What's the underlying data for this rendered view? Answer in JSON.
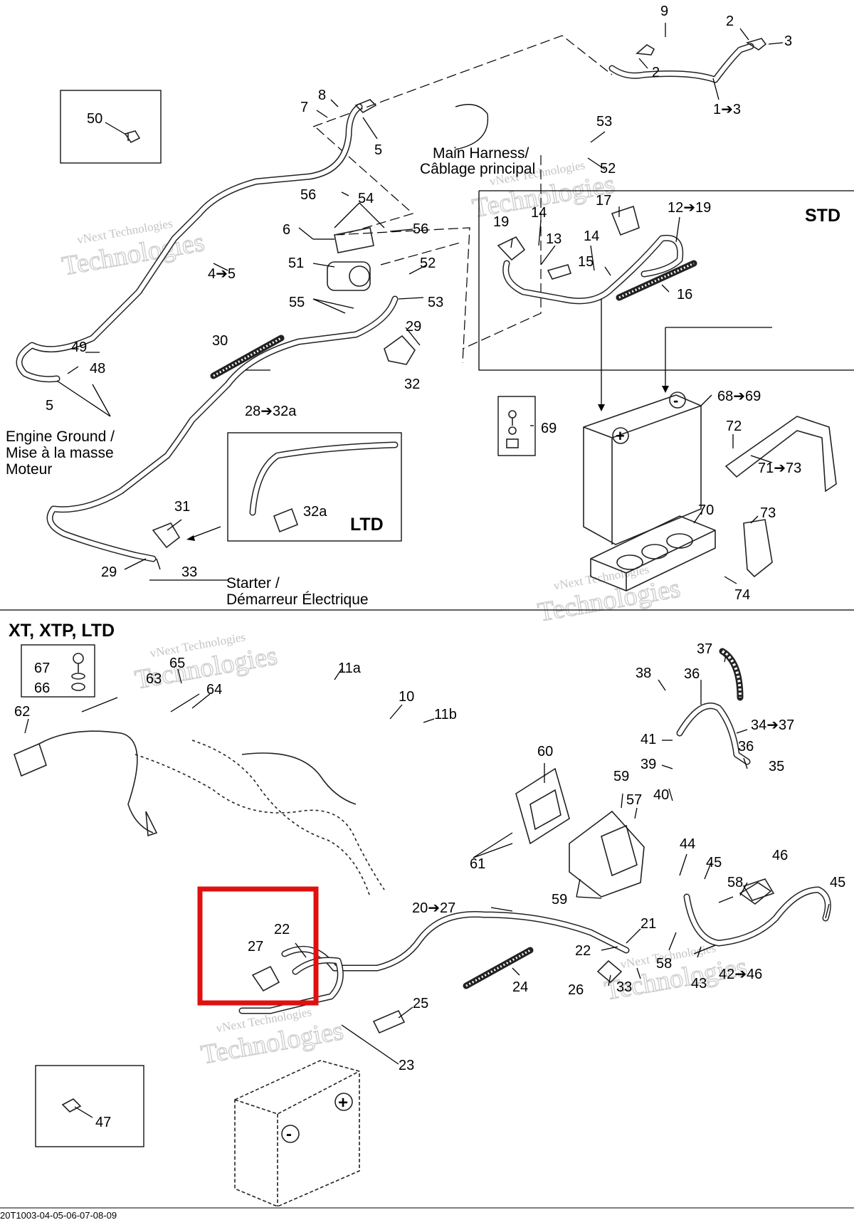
{
  "sections": {
    "std": "STD",
    "ltd": "LTD",
    "xt": "XT, XTP, LTD"
  },
  "annotations": {
    "main_harness": [
      "Main Harness/",
      "Câblage principal"
    ],
    "engine_ground": [
      "Engine Ground /",
      "Mise à la masse",
      "Moteur"
    ],
    "starter": [
      "Starter /",
      "Démarreur Électrique"
    ]
  },
  "watermark": {
    "line1": "vNext Technologies",
    "line2": "Technologies"
  },
  "footer_code": "20T1003-04-05-06-07-08-09",
  "highlight_color": "#e01010",
  "callouts": [
    {
      "id": "c9",
      "text": "9"
    },
    {
      "id": "c2a",
      "text": "2"
    },
    {
      "id": "c3",
      "text": "3"
    },
    {
      "id": "c2b",
      "text": "2"
    },
    {
      "id": "c1_3",
      "text": "1➔3"
    },
    {
      "id": "c50",
      "text": "50"
    },
    {
      "id": "c8",
      "text": "8"
    },
    {
      "id": "c7",
      "text": "7"
    },
    {
      "id": "c5a",
      "text": "5"
    },
    {
      "id": "c53a",
      "text": "53"
    },
    {
      "id": "c52a",
      "text": "52"
    },
    {
      "id": "c56a",
      "text": "56"
    },
    {
      "id": "c54",
      "text": "54"
    },
    {
      "id": "c17",
      "text": "17"
    },
    {
      "id": "c12_19",
      "text": "12➔19"
    },
    {
      "id": "c14a",
      "text": "14"
    },
    {
      "id": "c19",
      "text": "19"
    },
    {
      "id": "c6",
      "text": "6"
    },
    {
      "id": "c56b",
      "text": "56"
    },
    {
      "id": "c13",
      "text": "13"
    },
    {
      "id": "c14b",
      "text": "14"
    },
    {
      "id": "c51",
      "text": "51"
    },
    {
      "id": "c52b",
      "text": "52"
    },
    {
      "id": "c15",
      "text": "15"
    },
    {
      "id": "c4_5",
      "text": "4➔5"
    },
    {
      "id": "c55",
      "text": "55"
    },
    {
      "id": "c53b",
      "text": "53"
    },
    {
      "id": "c16",
      "text": "16"
    },
    {
      "id": "c29a",
      "text": "29"
    },
    {
      "id": "c30",
      "text": "30"
    },
    {
      "id": "c49",
      "text": "49"
    },
    {
      "id": "c48",
      "text": "48"
    },
    {
      "id": "c32",
      "text": "32"
    },
    {
      "id": "c68_69",
      "text": "68➔69"
    },
    {
      "id": "c5b",
      "text": "5"
    },
    {
      "id": "c28_32a",
      "text": "28➔32a"
    },
    {
      "id": "c69",
      "text": "69"
    },
    {
      "id": "c72",
      "text": "72"
    },
    {
      "id": "c71_73",
      "text": "71➔73"
    },
    {
      "id": "c31",
      "text": "31"
    },
    {
      "id": "c32a",
      "text": "32a"
    },
    {
      "id": "c70",
      "text": "70"
    },
    {
      "id": "c73",
      "text": "73"
    },
    {
      "id": "c29b",
      "text": "29"
    },
    {
      "id": "c33a",
      "text": "33"
    },
    {
      "id": "c74",
      "text": "74"
    },
    {
      "id": "c37",
      "text": "37"
    },
    {
      "id": "c67",
      "text": "67"
    },
    {
      "id": "c65",
      "text": "65"
    },
    {
      "id": "c11a",
      "text": "11a"
    },
    {
      "id": "c38",
      "text": "38"
    },
    {
      "id": "c36a",
      "text": "36"
    },
    {
      "id": "c63",
      "text": "63"
    },
    {
      "id": "c66",
      "text": "66"
    },
    {
      "id": "c64",
      "text": "64"
    },
    {
      "id": "c10",
      "text": "10"
    },
    {
      "id": "c62",
      "text": "62"
    },
    {
      "id": "c11b",
      "text": "11b"
    },
    {
      "id": "c34_37",
      "text": "34➔37"
    },
    {
      "id": "c41",
      "text": "41"
    },
    {
      "id": "c36b",
      "text": "36"
    },
    {
      "id": "c60",
      "text": "60"
    },
    {
      "id": "c39",
      "text": "39"
    },
    {
      "id": "c35",
      "text": "35"
    },
    {
      "id": "c59a",
      "text": "59"
    },
    {
      "id": "c57",
      "text": "57"
    },
    {
      "id": "c40",
      "text": "40"
    },
    {
      "id": "c44",
      "text": "44"
    },
    {
      "id": "c46",
      "text": "46"
    },
    {
      "id": "c45a",
      "text": "45"
    },
    {
      "id": "c61",
      "text": "61"
    },
    {
      "id": "c45b",
      "text": "45"
    },
    {
      "id": "c58a",
      "text": "58"
    },
    {
      "id": "c59b",
      "text": "59"
    },
    {
      "id": "c20_27",
      "text": "20➔27"
    },
    {
      "id": "c22a",
      "text": "22"
    },
    {
      "id": "c21",
      "text": "21"
    },
    {
      "id": "c27",
      "text": "27"
    },
    {
      "id": "c22b",
      "text": "22"
    },
    {
      "id": "c58b",
      "text": "58"
    },
    {
      "id": "c24",
      "text": "24"
    },
    {
      "id": "c33b",
      "text": "33"
    },
    {
      "id": "c42_46",
      "text": "42➔46"
    },
    {
      "id": "c26",
      "text": "26"
    },
    {
      "id": "c43",
      "text": "43"
    },
    {
      "id": "c25",
      "text": "25"
    },
    {
      "id": "c23",
      "text": "23"
    },
    {
      "id": "c47",
      "text": "47"
    }
  ]
}
